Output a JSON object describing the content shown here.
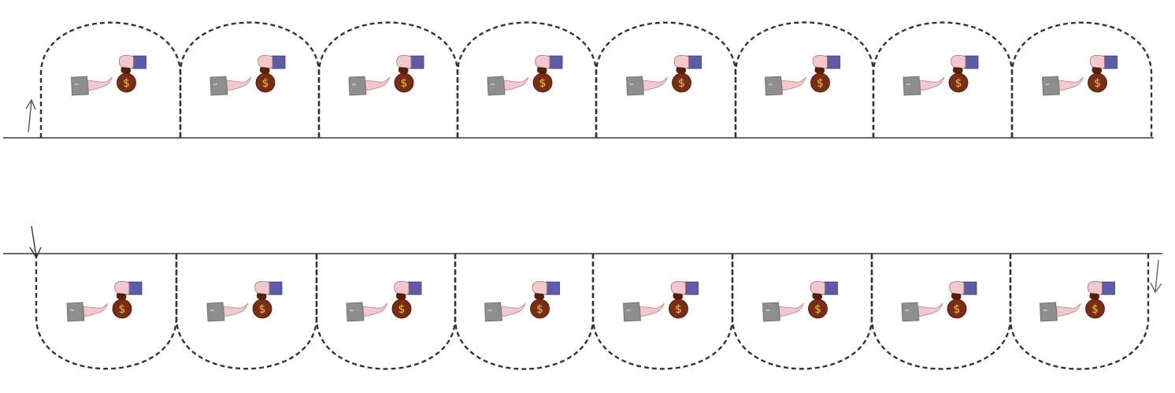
{
  "diagram": {
    "rows": [
      {
        "id": "top",
        "direction": "up",
        "arch_count": 8,
        "arrow": "up-arrow-icon",
        "cell_icons": [
          "hand-receiving-icon",
          "hand-giving-money-bag-icon"
        ]
      },
      {
        "id": "bottom",
        "direction": "down",
        "arch_count": 8,
        "arrow": "down-arrow-icon",
        "end_arrow": "down-arrow-icon",
        "cell_icons": [
          "hand-receiving-icon",
          "hand-giving-money-bag-icon"
        ]
      }
    ],
    "money_symbol": "$",
    "colors": {
      "line": "#3a3a3a",
      "dash": "#333333",
      "sleeve_grey": "#8e8e8e",
      "hand_pink": "#f2c8cc",
      "sleeve_blue": "#5c5ca8",
      "bag_brown": "#7a2d14",
      "symbol_gold": "#e8c44a"
    }
  }
}
